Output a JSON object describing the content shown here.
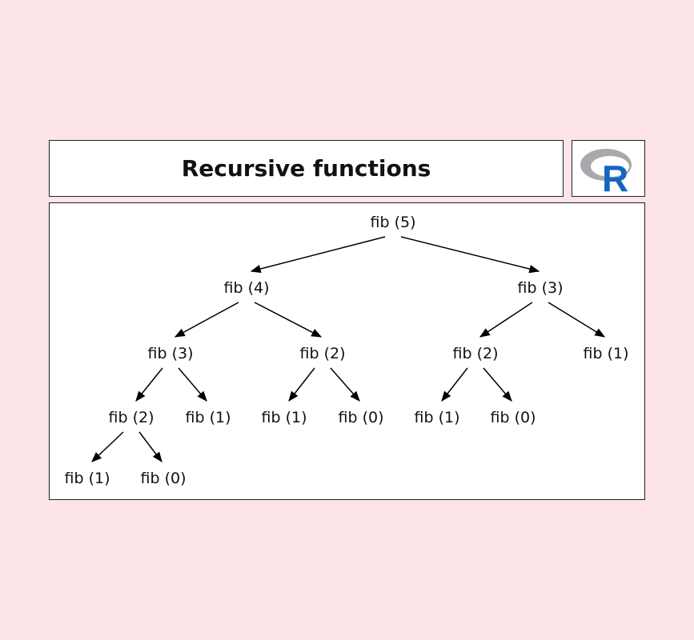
{
  "title": "Recursive functions",
  "logo": {
    "text": "R",
    "ring_color": "#a7a9ac",
    "letter_color": "#1565c0"
  },
  "tree": {
    "nodes": [
      {
        "id": "n5",
        "label": "fib (5)"
      },
      {
        "id": "n4",
        "label": "fib (4)"
      },
      {
        "id": "n3a",
        "label": "fib (3)"
      },
      {
        "id": "n3b",
        "label": "fib (3)"
      },
      {
        "id": "n2a",
        "label": "fib (2)"
      },
      {
        "id": "n2b",
        "label": "fib (2)"
      },
      {
        "id": "n1a",
        "label": "fib (1)"
      },
      {
        "id": "n2c",
        "label": "fib (2)"
      },
      {
        "id": "n1b",
        "label": "fib (1)"
      },
      {
        "id": "n1c",
        "label": "fib (1)"
      },
      {
        "id": "n0a",
        "label": "fib (0)"
      },
      {
        "id": "n1d",
        "label": "fib (1)"
      },
      {
        "id": "n0b",
        "label": "fib (0)"
      },
      {
        "id": "n1e",
        "label": "fib (1)"
      },
      {
        "id": "n0c",
        "label": "fib (0)"
      }
    ],
    "edges": [
      [
        "n5",
        "n4"
      ],
      [
        "n5",
        "n3a"
      ],
      [
        "n4",
        "n3b"
      ],
      [
        "n4",
        "n2a"
      ],
      [
        "n3a",
        "n2b"
      ],
      [
        "n3a",
        "n1a"
      ],
      [
        "n3b",
        "n2c"
      ],
      [
        "n3b",
        "n1b"
      ],
      [
        "n2a",
        "n1c"
      ],
      [
        "n2a",
        "n0a"
      ],
      [
        "n2b",
        "n1d"
      ],
      [
        "n2b",
        "n0b"
      ],
      [
        "n2c",
        "n1e"
      ],
      [
        "n2c",
        "n0c"
      ]
    ]
  }
}
